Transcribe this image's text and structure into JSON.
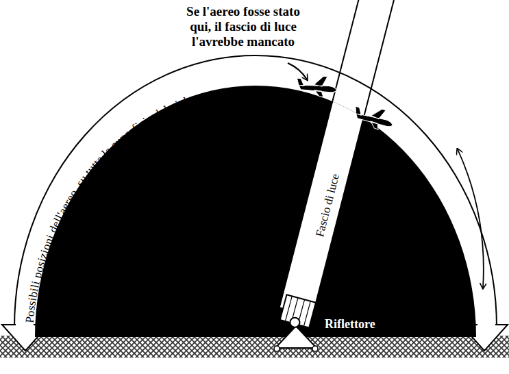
{
  "diagram": {
    "labels": [
      "Se l'aereo fosse stato qui, il fascio di luce l'avrebbe mancato",
      "Possibili posizioni dell'aereo, su tutta la superficie del cielo",
      "Fascio di luce",
      "Riflettore"
    ]
  }
}
